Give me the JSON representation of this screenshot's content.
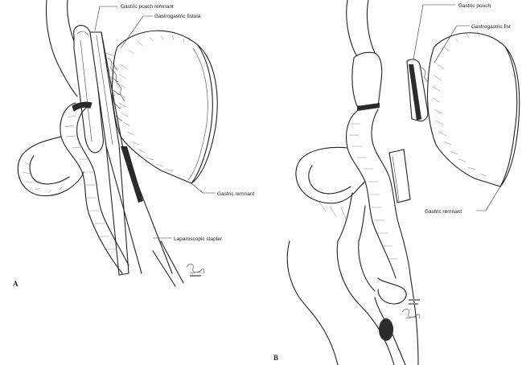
{
  "figure": {
    "panel_a": {
      "letter": "A",
      "labels": {
        "gastric_pouch_remnant": "Gastric pouch remnant",
        "gastrogastric_fistula": "Gastrogastric fistula",
        "gastric_remnant": "Gastric remnant",
        "laparoscopic_stapler": "Laparoscopic stapler"
      }
    },
    "panel_b": {
      "letter": "B",
      "labels": {
        "gastric_pouch": "Gastric pouch",
        "gastrogastric_fistula": "Gastrogastric fist",
        "gastric_remnant": "Gastric remnant"
      }
    }
  }
}
